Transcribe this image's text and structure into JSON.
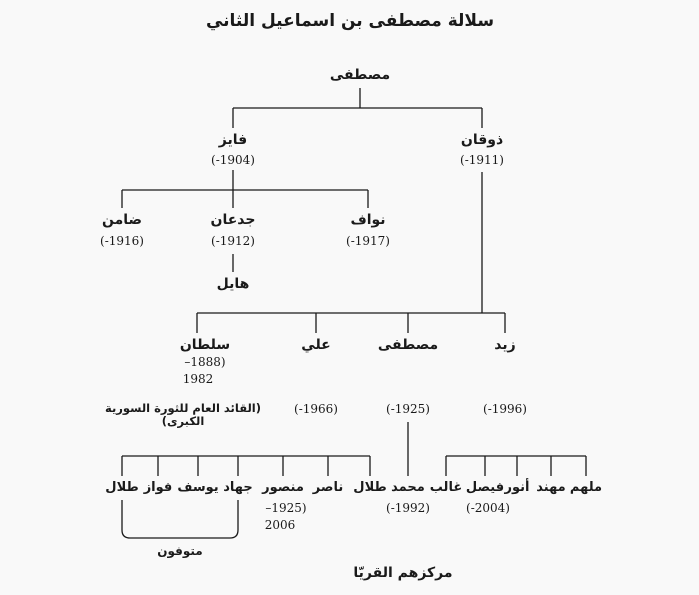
{
  "title": "سلالة مصطفى بن اسماعيل الثاني",
  "root": {
    "name": "مصطفى"
  },
  "gen1": [
    {
      "key": "dhuqan",
      "name": "ذوقان",
      "dates": "(-1911)"
    },
    {
      "key": "fayez",
      "name": "فايز",
      "dates": "(-1904)"
    }
  ],
  "fayez_children": [
    {
      "key": "nawwaf",
      "name": "نواف",
      "dates": "(-1917)"
    },
    {
      "key": "jadaan",
      "name": "جدعان",
      "dates": "(-1912)"
    },
    {
      "key": "dhamen",
      "name": "ضامن",
      "dates": "(-1916)"
    }
  ],
  "jadaan_child": {
    "name": "هايل"
  },
  "dhuqan_children": [
    {
      "key": "zaid",
      "name": "زيد",
      "dates": "(-1996)"
    },
    {
      "key": "mustafa2",
      "name": "مصطفى",
      "dates": "(-1925)"
    },
    {
      "key": "ali",
      "name": "علي",
      "dates": "(-1966)"
    },
    {
      "key": "sultan",
      "name": "سلطان",
      "dates_line1": "–1888)",
      "dates_line2": "1982",
      "note": "(القائد العام للثورة السورية الكبرى)"
    }
  ],
  "zaid_children": [
    {
      "name": "ملهم"
    },
    {
      "name": "مهند"
    },
    {
      "name": "أنور"
    },
    {
      "name": "فيصل",
      "dates": "(-2004)"
    },
    {
      "name": "غالب"
    }
  ],
  "mustafa2_child": {
    "name": "محمد",
    "dates": "(-1992)"
  },
  "sultan_children": [
    {
      "name": "طلال"
    },
    {
      "name": "ناصر"
    },
    {
      "name": "منصور",
      "dates_line1": "–1925)",
      "dates_line2": "2006"
    },
    {
      "name": "جهاد"
    },
    {
      "name": "يوسف"
    },
    {
      "name": "فواز"
    },
    {
      "name": "طلال"
    }
  ],
  "deceased_label": "متوفون",
  "footer": "مركزهم القريّا"
}
